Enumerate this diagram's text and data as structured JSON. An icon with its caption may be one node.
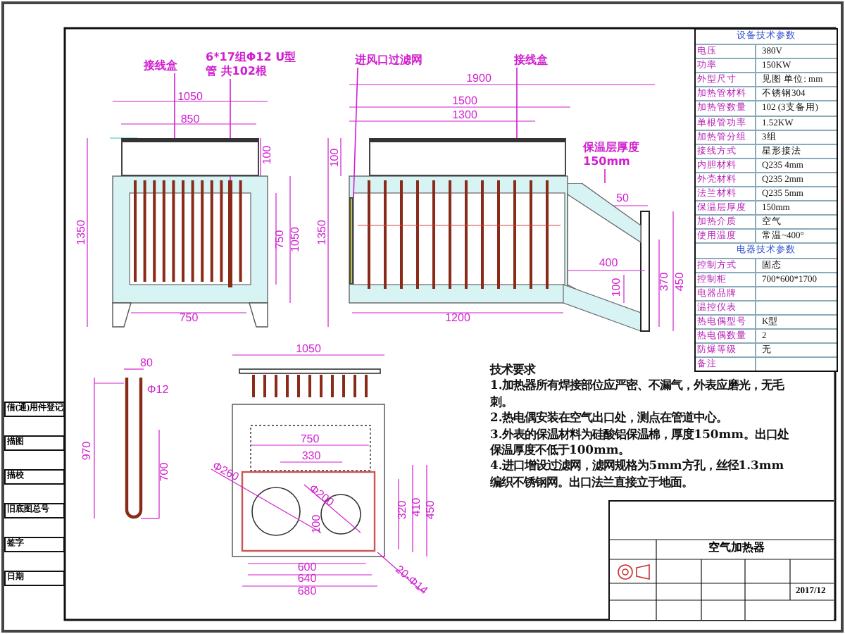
{
  "diagram": {
    "nodes": [
      {
        "text": [
          "接线盒"
        ]
      },
      {
        "text": [],
        "shape": "box"
      },
      {
        "text": [
          "6*17组Φ12 U型管 共102根"
        ]
      },
      {
        "text": [],
        "shape": "bar"
      },
      {
        "text": [
          "进风口过滤网"
        ]
      },
      {
        "text": [],
        "shape": "box"
      },
      {
        "text": [
          "接线盒"
        ]
      },
      {
        "text": [],
        "shape": "box"
      },
      {
        "text": [
          "保温层厚度150mm"
        ]
      },
      {
        "text": [],
        "shape": "box"
      }
    ],
    "edges": [
      {
        "from": 0,
        "to": 1,
        "arrow": "none"
      },
      {
        "from": 2,
        "to": 3,
        "arrow": "none"
      },
      {
        "from": 4,
        "to": 5,
        "arrow": "none"
      },
      {
        "from": 6,
        "to": 7,
        "arrow": "none"
      },
      {
        "from": 8,
        "to": 9,
        "arrow": "none"
      }
    ],
    "labels": [
      "设备技术参数",
      "电压",
      "380V",
      "功率",
      "150KW",
      "外型尺寸",
      "见图 单位: mm",
      "加热管材料",
      "不锈钢304",
      "加热管数量",
      "102 (3支备用)",
      "单根管功率",
      "1.52KW",
      "加热管分组",
      "3组",
      "接线方式",
      "星形接法",
      "内胆材料",
      "Q235 4mm",
      "外壳材料",
      "Q235 2mm",
      "法兰材料",
      "Q235 5mm",
      "保温层厚度",
      "150mm",
      "加热介质",
      "空气",
      "使用温度",
      "常温~400°",
      "电器技术参数",
      "控制方式",
      "固态",
      "控制柜",
      "700*600*1700",
      "电器品牌",
      "温控仪表",
      "热电偶型号",
      "K型",
      "热电偶数量",
      "2",
      "防爆等级",
      "无",
      "备注",
      "技术要求",
      "1.加热器所有焊接部位应严密、不漏气，外表应磨光，无毛刺。",
      "2.热电偶安装在空气出口处，测点在管道中心。",
      "3.外表的保温材料为硅酸铝保温棉，厚度150mm。出口处保温厚度不低于100mm。",
      "4.进口增设过滤网，滤网规格为5mm方孔，丝径1.3mm编织不锈钢网。出口法兰直接立于地面。",
      "空气加热器",
      "2017/12",
      "借(通)用件登记",
      "描图",
      "描校",
      "旧底图总号",
      "签字",
      "日期",
      "1050",
      "850",
      "100",
      "1350",
      "750",
      "1050",
      "750",
      "1900",
      "1500",
      "1300",
      "100",
      "1350",
      "50",
      "400",
      "100",
      "370",
      "450",
      "1200",
      "80",
      "Φ12",
      "970",
      "700",
      "1050",
      "750",
      "330",
      "Φ260",
      "Φ200",
      "100",
      "600",
      "640",
      "680",
      "320",
      "410",
      "450",
      "20-Φ14"
    ]
  }
}
